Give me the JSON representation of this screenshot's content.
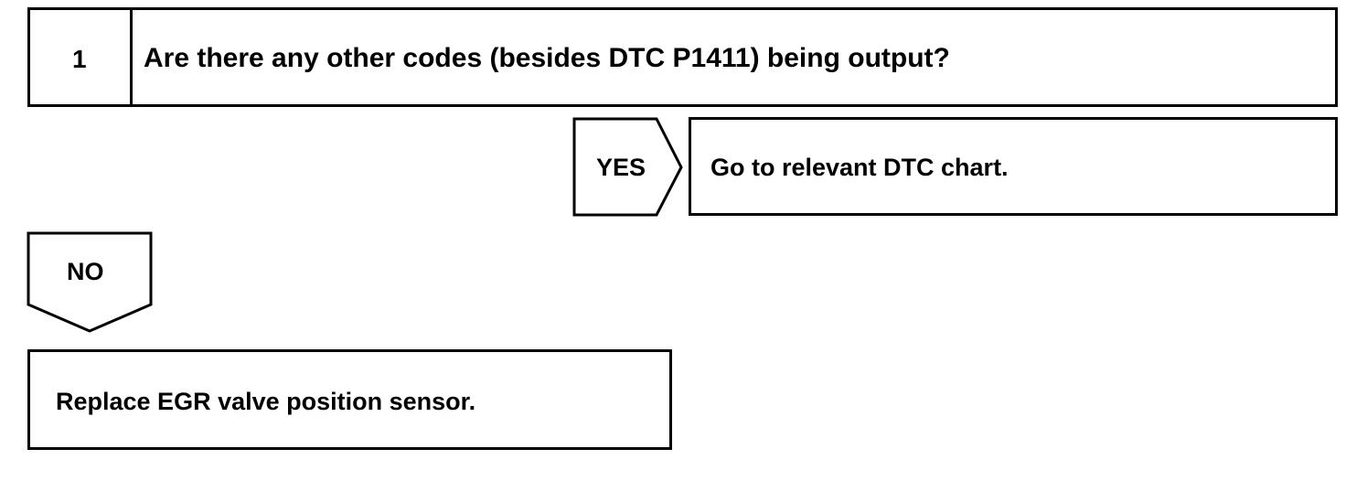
{
  "step": {
    "number": "1",
    "question": "Are there any other codes (besides DTC P1411) being output?"
  },
  "yes_branch": {
    "label": "YES",
    "action": "Go to relevant DTC chart."
  },
  "no_branch": {
    "label": "NO",
    "action": "Replace EGR valve position sensor."
  }
}
